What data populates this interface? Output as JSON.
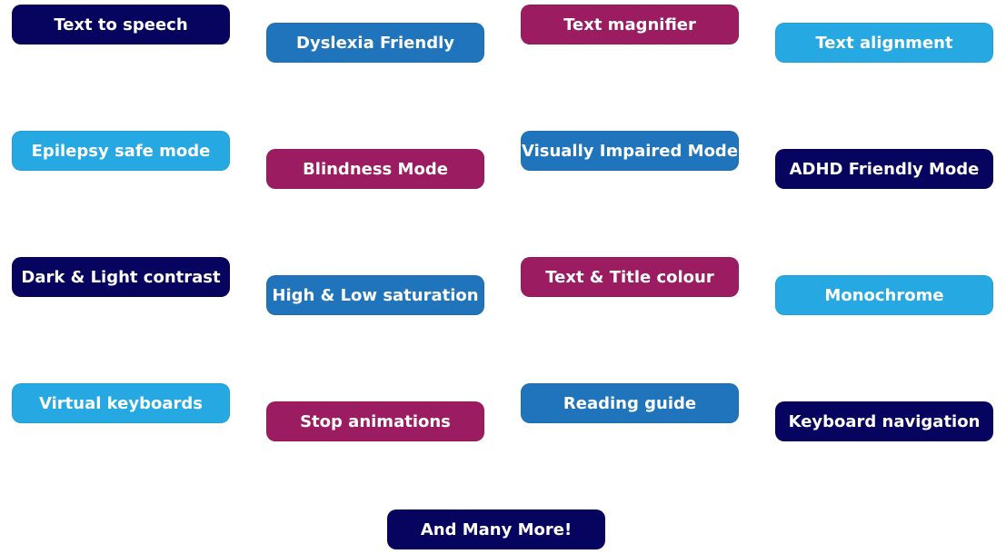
{
  "features": {
    "text_to_speech": "Text to speech",
    "dyslexia_friendly": "Dyslexia Friendly",
    "text_magnifier": "Text magnifier",
    "text_alignment": "Text alignment",
    "epilepsy_safe_mode": "Epilepsy safe mode",
    "blindness_mode": "Blindness Mode",
    "visually_impaired_mode": "Visually Impaired Mode",
    "adhd_friendly_mode": "ADHD Friendly Mode",
    "dark_light_contrast": "Dark & Light contrast",
    "high_low_saturation": "High & Low saturation",
    "text_title_colour": "Text & Title colour",
    "monochrome": "Monochrome",
    "virtual_keyboards": "Virtual keyboards",
    "stop_animations": "Stop animations",
    "reading_guide": "Reading guide",
    "keyboard_navigation": "Keyboard navigation"
  },
  "more": {
    "label": "And Many More!"
  },
  "colors": {
    "navy": "#06045e",
    "blue": "#1f74bb",
    "magenta": "#9c1c61",
    "cyan": "#26a8e2",
    "text": "#ffffff",
    "background": "#ffffff"
  }
}
